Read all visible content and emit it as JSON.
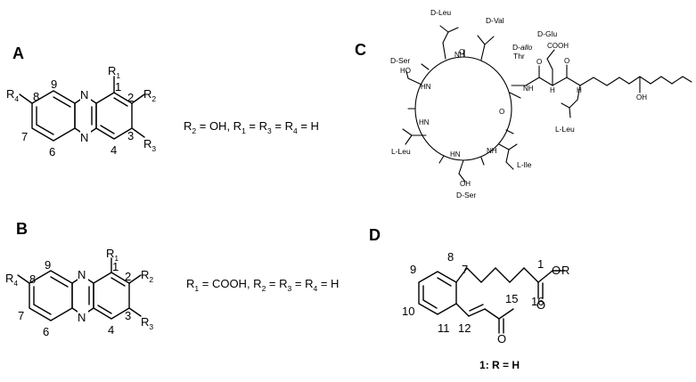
{
  "panels": {
    "A": {
      "label": "A",
      "atoms": {
        "n_top": "N",
        "n_bot": "N",
        "r1": "R",
        "r1_sub": "1",
        "r2": "R",
        "r2_sub": "2",
        "r3": "R",
        "r3_sub": "3",
        "r4": "R",
        "r4_sub": "4"
      },
      "positions": {
        "p1": "1",
        "p2": "2",
        "p3": "3",
        "p4": "4",
        "p6": "6",
        "p7": "7",
        "p8": "8",
        "p9": "9"
      },
      "substitution": {
        "r2": "R",
        "r2_sub": "2",
        "r2_val": " = OH, ",
        "r1": "R",
        "r1_sub": "1",
        "eq1": " = ",
        "r3": "R",
        "r3_sub": "3",
        "eq2": " = ",
        "r4": "R",
        "r4_sub": "4",
        "eq3": " = H"
      }
    },
    "B": {
      "label": "B",
      "atoms": {
        "n_top": "N",
        "n_bot": "N",
        "r1": "R",
        "r1_sub": "1",
        "r2": "R",
        "r2_sub": "2",
        "r3": "R",
        "r3_sub": "3",
        "r4": "R",
        "r4_sub": "4"
      },
      "positions": {
        "p1": "1",
        "p2": "2",
        "p3": "3",
        "p4": "4",
        "p6": "6",
        "p7": "7",
        "p8": "8",
        "p9": "9"
      },
      "substitution": {
        "r1": "R",
        "r1_sub": "1",
        "r1_val": " = COOH, ",
        "r2": "R",
        "r2_sub": "2",
        "eq1": " = ",
        "r3": "R",
        "r3_sub": "3",
        "eq2": " = ",
        "r4": "R",
        "r4_sub": "4",
        "eq3": " = H"
      }
    },
    "C": {
      "label": "C",
      "residues": {
        "dleu": "D-Leu",
        "dval": "D-Val",
        "dallo_d": "D-",
        "dallo_allo": "allo",
        "dallo_thr": "Thr",
        "dglu": "D-Glu",
        "dser_top": "D-Ser",
        "lleu_left": "L-Leu",
        "lleu_right": "L-Leu",
        "lile": "L-Ile",
        "dser_bot": "D-Ser"
      },
      "atoms": {
        "cooh": "COOH",
        "oh_ser_top": "HO",
        "oh_ser_bot": "OH",
        "oh_tail": "OH",
        "h": "H",
        "o_ring": "O",
        "o": "O",
        "n": "N",
        "nh": "NH",
        "hn": "HN"
      }
    },
    "D": {
      "label": "D",
      "atoms": {
        "ester_o": "O",
        "ester_r": "R",
        "carbonyl_o": "O",
        "ketone_o": "O"
      },
      "positions": {
        "p1": "1",
        "p7": "7",
        "p8": "8",
        "p9": "9",
        "p10": "10",
        "p11": "11",
        "p12": "12",
        "p15": "15",
        "p16": "16"
      },
      "caption": {
        "num": "1",
        "rest": ": R = H"
      }
    }
  }
}
